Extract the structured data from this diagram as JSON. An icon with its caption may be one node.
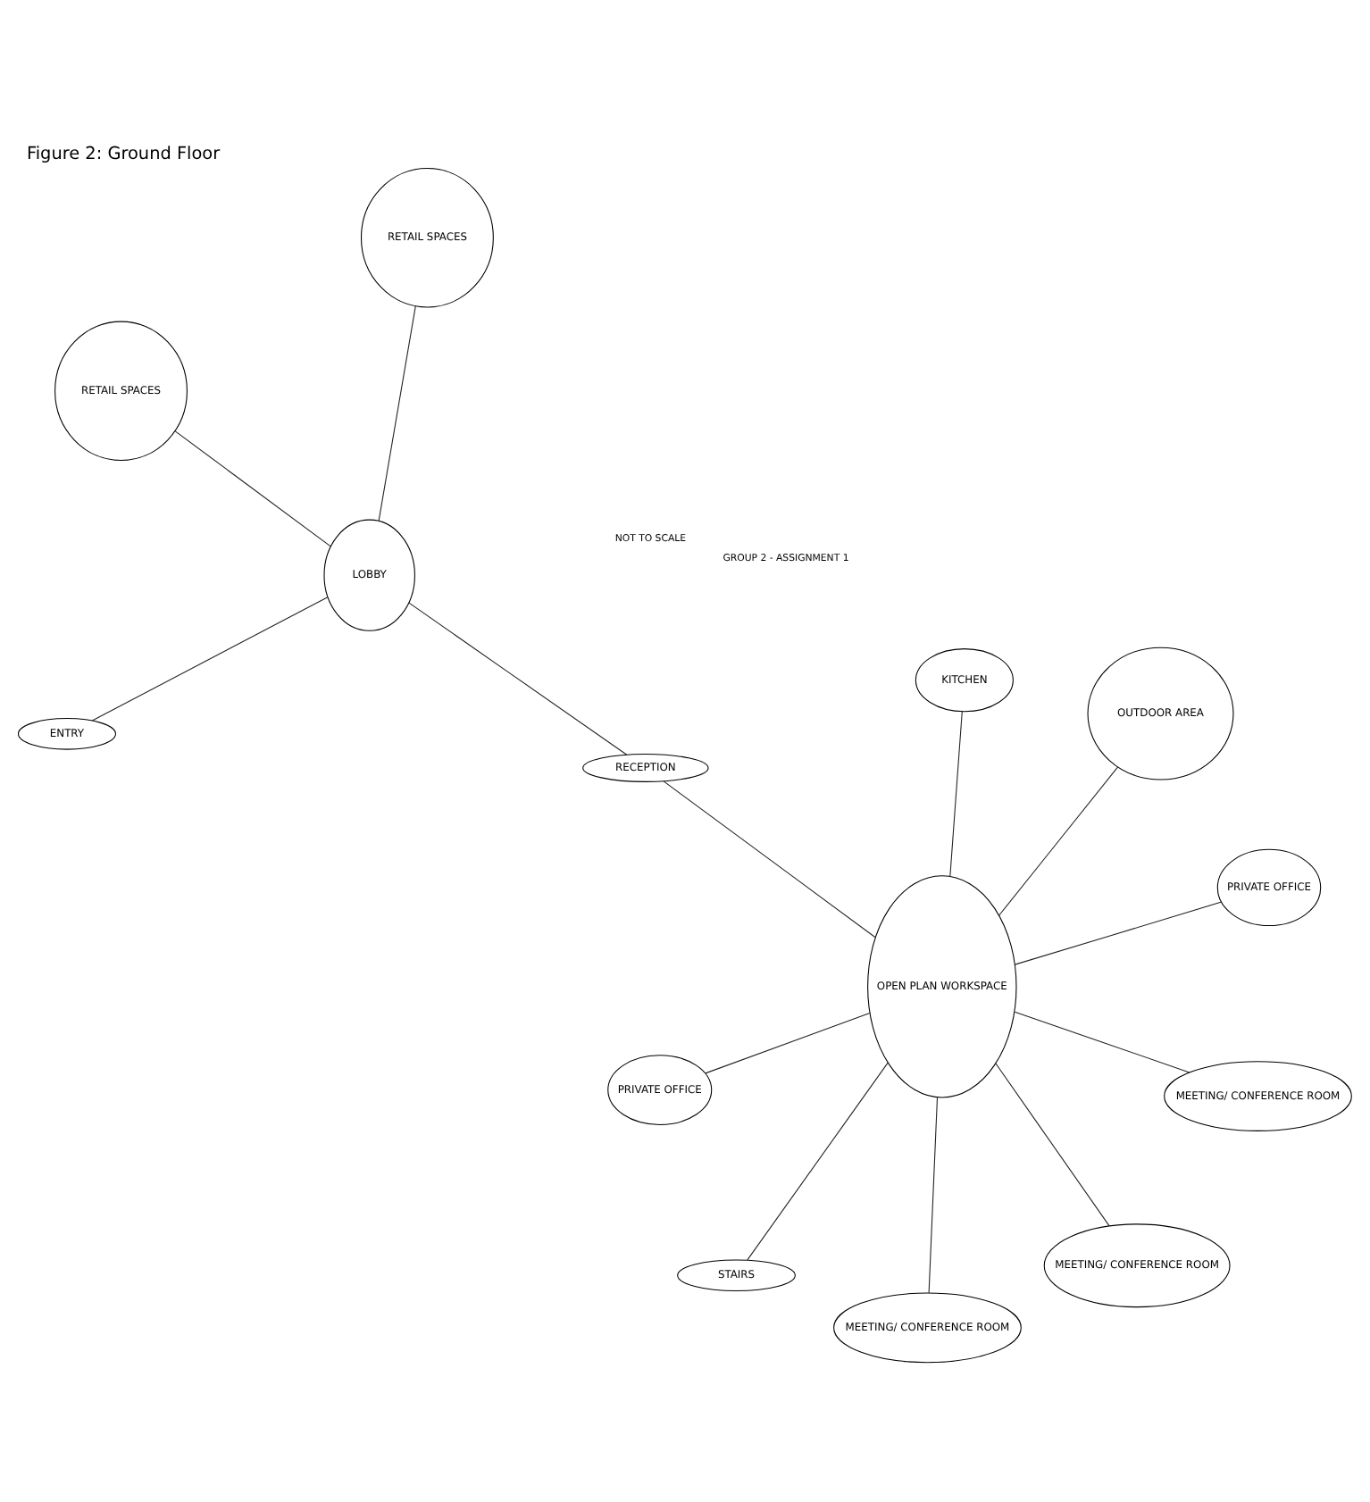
{
  "diagram": {
    "title": "Figure 2: Ground Floor",
    "nodes": [
      {
        "text": [
          "ENTRY"
        ]
      },
      {
        "text": [
          "RETAIL SPACES"
        ]
      },
      {
        "text": [
          "LOBBY"
        ]
      },
      {
        "text": [
          "RETAIL SPACES"
        ]
      },
      {
        "text": [
          "RECEPTION"
        ]
      },
      {
        "text": [
          "KITCHEN"
        ]
      },
      {
        "text": [
          "OPEN PLAN WORKSPACE"
        ]
      },
      {
        "text": [
          "MEETING/ CONFERENCE ROOM"
        ]
      },
      {
        "text": [
          "STAIRS"
        ]
      },
      {
        "text": [
          "MEETING/ CONFERENCE ROOM"
        ]
      },
      {
        "text": [
          "MEETING/ CONFERENCE ROOM"
        ]
      },
      {
        "text": [
          "PRIVATE OFFICE"
        ]
      },
      {
        "text": [
          "PRIVATE OFFICE"
        ]
      },
      {
        "text": [
          "OUTDOOR AREA"
        ]
      }
    ],
    "edges": [
      {
        "from": 0,
        "to": 2,
        "arrow": "none"
      },
      {
        "from": 1,
        "to": 2,
        "arrow": "none"
      },
      {
        "from": 2,
        "to": 3,
        "arrow": "none"
      },
      {
        "from": 2,
        "to": 4,
        "arrow": "none"
      },
      {
        "from": 4,
        "to": 6,
        "arrow": "none"
      },
      {
        "from": 5,
        "to": 6,
        "arrow": "none"
      },
      {
        "from": 7,
        "to": 6,
        "arrow": "none"
      },
      {
        "from": 8,
        "to": 6,
        "arrow": "none"
      },
      {
        "from": 9,
        "to": 6,
        "arrow": "none"
      },
      {
        "from": 10,
        "to": 6,
        "arrow": "none"
      },
      {
        "from": 11,
        "to": 6,
        "arrow": "none"
      },
      {
        "from": 12,
        "to": 6,
        "arrow": "none"
      },
      {
        "from": 13,
        "to": 6,
        "arrow": "none"
      }
    ],
    "labels": [
      "NOT TO SCALE",
      "GROUP 2 - ASSIGNMENT 1"
    ]
  }
}
